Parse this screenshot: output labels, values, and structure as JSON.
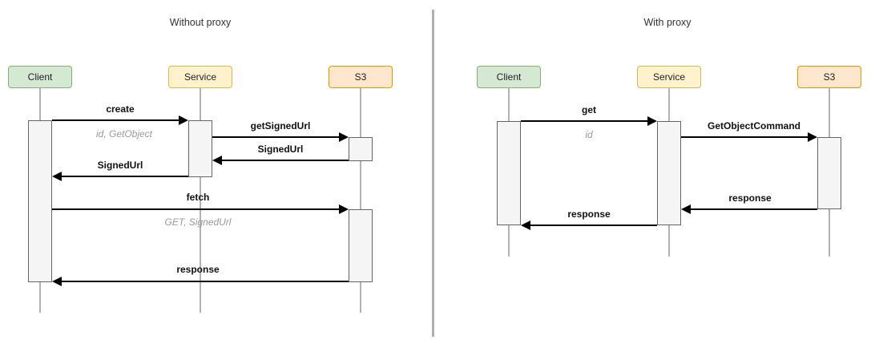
{
  "colors": {
    "background": "#ffffff",
    "client_fill": "#d5e8d4",
    "client_stroke": "#82b366",
    "service_fill": "#fff2cc",
    "service_stroke": "#d6b656",
    "s3_fill": "#ffe6cc",
    "s3_stroke": "#d79b00",
    "activation_fill": "#f5f5f5",
    "activation_stroke": "#666666",
    "lifeline": "#b3b3b3",
    "arrow": "#000000",
    "param_text": "#999999",
    "divider": "#b0b0b0"
  },
  "diagrams": [
    {
      "title": "Without proxy",
      "actors": [
        {
          "name": "Client",
          "label": "Client"
        },
        {
          "name": "Service",
          "label": "Service"
        },
        {
          "name": "S3",
          "label": "S3"
        }
      ],
      "messages": [
        {
          "label": "create",
          "params": "id, GetObject",
          "from": "Client",
          "to": "Service"
        },
        {
          "label": "getSignedUrl",
          "params": "",
          "from": "Service",
          "to": "S3"
        },
        {
          "label": "SignedUrl",
          "params": "",
          "from": "S3",
          "to": "Service"
        },
        {
          "label": "SignedUrl",
          "params": "",
          "from": "Service",
          "to": "Client"
        },
        {
          "label": "fetch",
          "params": "GET, SignedUrl",
          "from": "Client",
          "to": "S3"
        },
        {
          "label": "response",
          "params": "",
          "from": "S3",
          "to": "Client"
        }
      ]
    },
    {
      "title": "With proxy",
      "actors": [
        {
          "name": "Client",
          "label": "Client"
        },
        {
          "name": "Service",
          "label": "Service"
        },
        {
          "name": "S3",
          "label": "S3"
        }
      ],
      "messages": [
        {
          "label": "get",
          "params": "id",
          "from": "Client",
          "to": "Service"
        },
        {
          "label": "GetObjectCommand",
          "params": "",
          "from": "Service",
          "to": "S3"
        },
        {
          "label": "response",
          "params": "",
          "from": "S3",
          "to": "Service"
        },
        {
          "label": "response",
          "params": "",
          "from": "Service",
          "to": "Client"
        }
      ]
    }
  ]
}
